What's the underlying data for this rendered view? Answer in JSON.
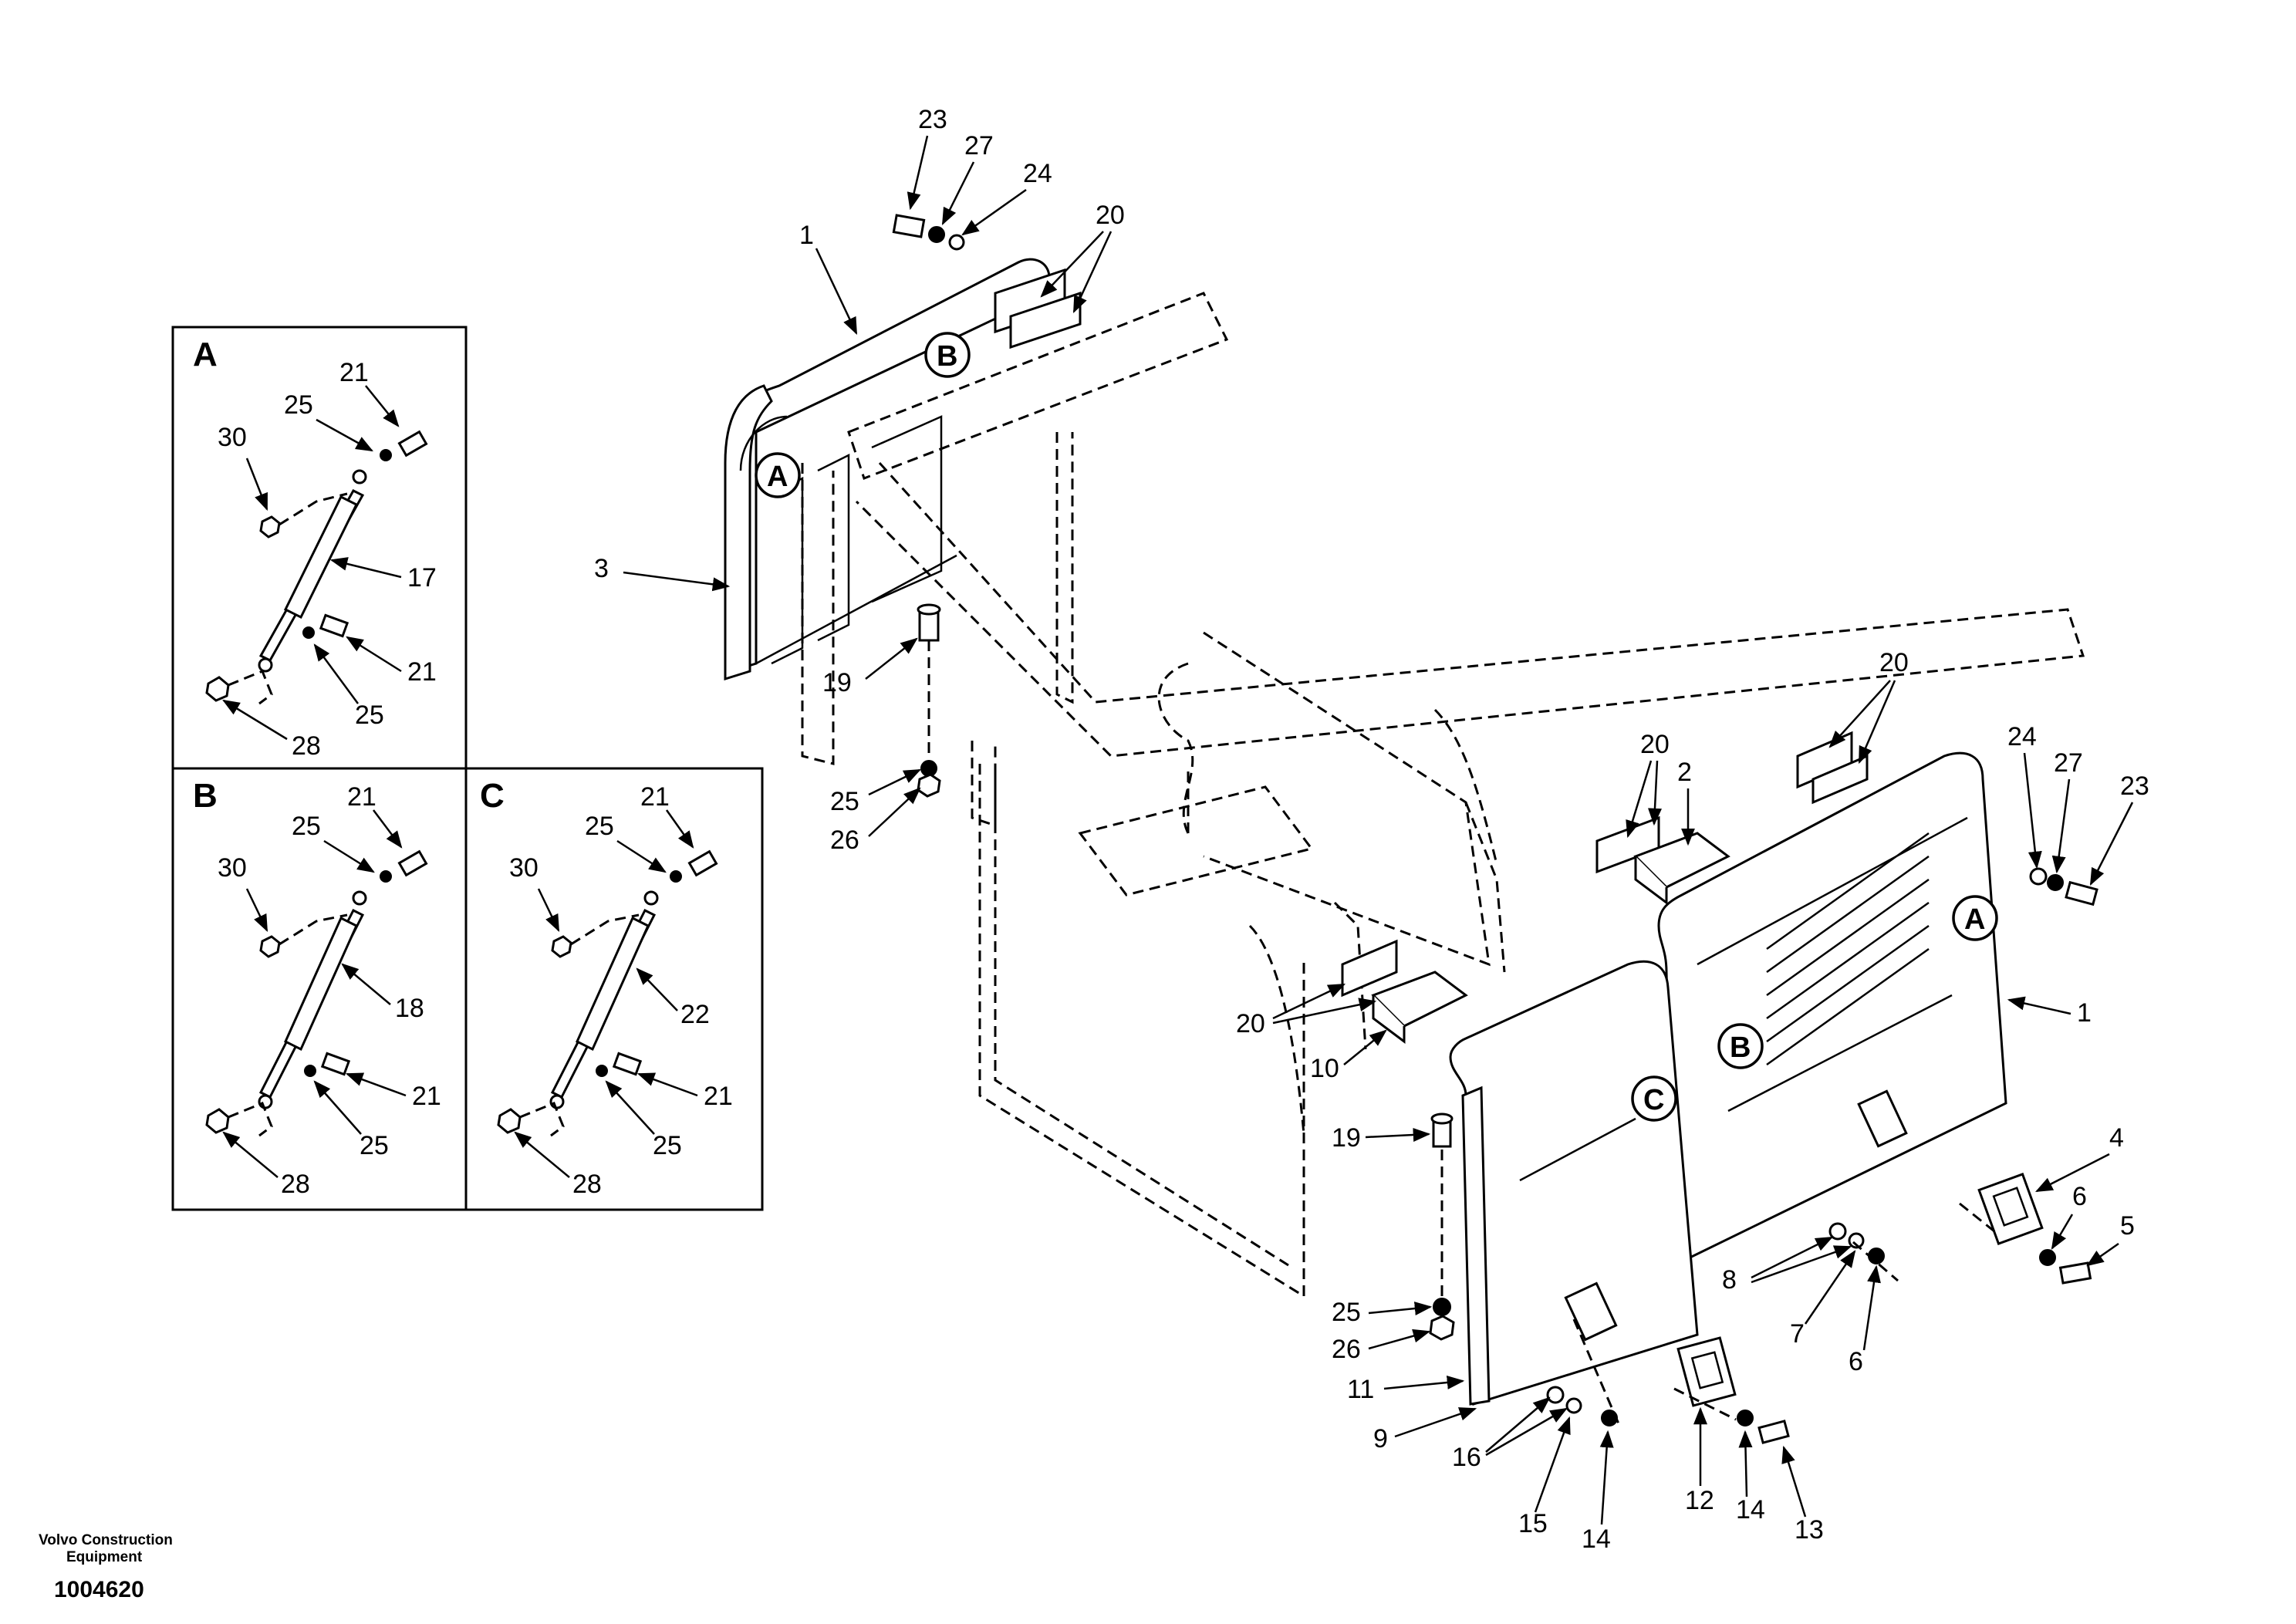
{
  "detail_panels": [
    {
      "letter": "A",
      "callouts": [
        "21",
        "25",
        "30",
        "17",
        "21",
        "25",
        "28"
      ]
    },
    {
      "letter": "B",
      "callouts": [
        "21",
        "25",
        "30",
        "18",
        "21",
        "25",
        "28"
      ]
    },
    {
      "letter": "C",
      "callouts": [
        "21",
        "25",
        "30",
        "22",
        "21",
        "25",
        "28"
      ]
    }
  ],
  "callouts": {
    "top": [
      "23",
      "27",
      "24",
      "20",
      "1",
      "3",
      "19",
      "25",
      "26"
    ],
    "middle": [
      "20",
      "20",
      "2",
      "20",
      "10",
      "19",
      "25",
      "26"
    ],
    "right": [
      "24",
      "27",
      "23",
      "1",
      "4",
      "6",
      "5",
      "8",
      "7",
      "6"
    ],
    "bottom": [
      "11",
      "9",
      "16",
      "15",
      "14",
      "12",
      "14",
      "13"
    ]
  },
  "ring_labels": {
    "top_panel": [
      "A",
      "B"
    ],
    "left_door": [
      "C"
    ],
    "right_door": [
      "A",
      "B"
    ]
  },
  "footer": {
    "company_line1": "Volvo Construction",
    "company_line2": "Equipment",
    "document_number": "1004620"
  }
}
